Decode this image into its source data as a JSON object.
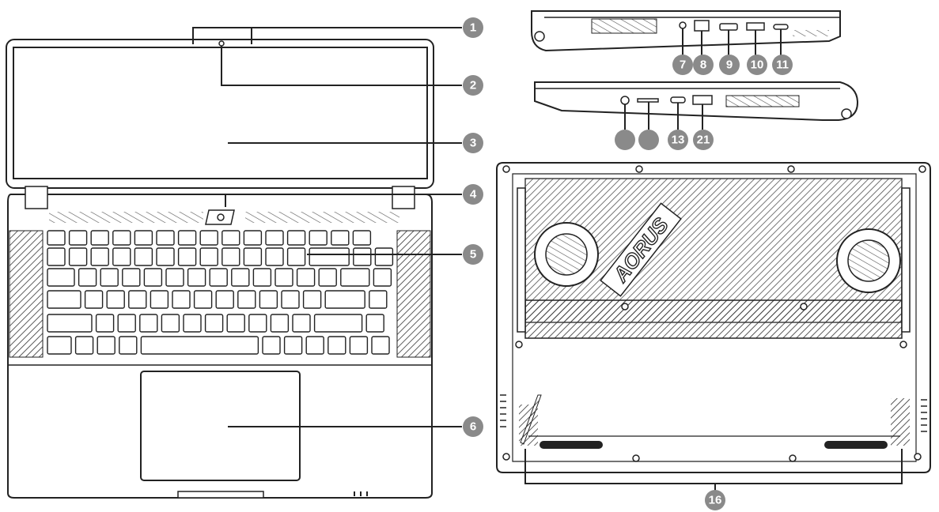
{
  "diagram": {
    "callouts": [
      {
        "id": "c1",
        "label": "1"
      },
      {
        "id": "c2",
        "label": "2"
      },
      {
        "id": "c3",
        "label": "3"
      },
      {
        "id": "c4",
        "label": "4"
      },
      {
        "id": "c5",
        "label": "5"
      },
      {
        "id": "c6",
        "label": "6"
      },
      {
        "id": "c7",
        "label": "7"
      },
      {
        "id": "c8",
        "label": "8"
      },
      {
        "id": "c9",
        "label": "9"
      },
      {
        "id": "c10",
        "label": "10"
      },
      {
        "id": "c11",
        "label": "11"
      },
      {
        "id": "c12",
        "label": ""
      },
      {
        "id": "c12b",
        "label": ""
      },
      {
        "id": "c13",
        "label": "13"
      },
      {
        "id": "c21",
        "label": "21"
      },
      {
        "id": "c16",
        "label": "16"
      }
    ],
    "brand_text": "AORUS",
    "callout_color": "#8a8a8a",
    "line_color": "#222222"
  }
}
